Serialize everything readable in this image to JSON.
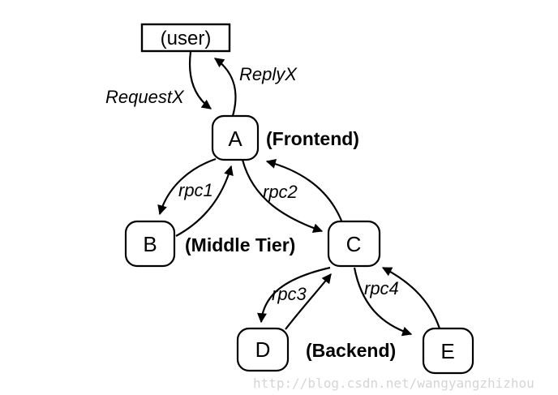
{
  "diagram": {
    "nodes": {
      "user": {
        "label": "(user)"
      },
      "a": {
        "label": "A"
      },
      "b": {
        "label": "B"
      },
      "c": {
        "label": "C"
      },
      "d": {
        "label": "D"
      },
      "e": {
        "label": "E"
      }
    },
    "tier_labels": {
      "frontend": "(Frontend)",
      "middle_tier": "(Middle Tier)",
      "backend": "(Backend)"
    },
    "edge_labels": {
      "request": "RequestX",
      "reply": "ReplyX",
      "rpc1": "rpc1",
      "rpc2": "rpc2",
      "rpc3": "rpc3",
      "rpc4": "rpc4"
    },
    "edges": [
      {
        "from": "user",
        "to": "a",
        "label": "RequestX"
      },
      {
        "from": "a",
        "to": "user",
        "label": "ReplyX"
      },
      {
        "from": "a",
        "to": "b",
        "label": "rpc1"
      },
      {
        "from": "b",
        "to": "a",
        "label": ""
      },
      {
        "from": "a",
        "to": "c",
        "label": "rpc2"
      },
      {
        "from": "c",
        "to": "a",
        "label": ""
      },
      {
        "from": "c",
        "to": "d",
        "label": "rpc3"
      },
      {
        "from": "d",
        "to": "c",
        "label": ""
      },
      {
        "from": "c",
        "to": "e",
        "label": "rpc4"
      },
      {
        "from": "e",
        "to": "c",
        "label": ""
      }
    ],
    "colors": {
      "stroke": "#000000",
      "background": "#ffffff",
      "watermark": "#d5d5d5"
    }
  },
  "watermark": {
    "text": "http://blog.csdn.net/wangyangzhizhou"
  }
}
